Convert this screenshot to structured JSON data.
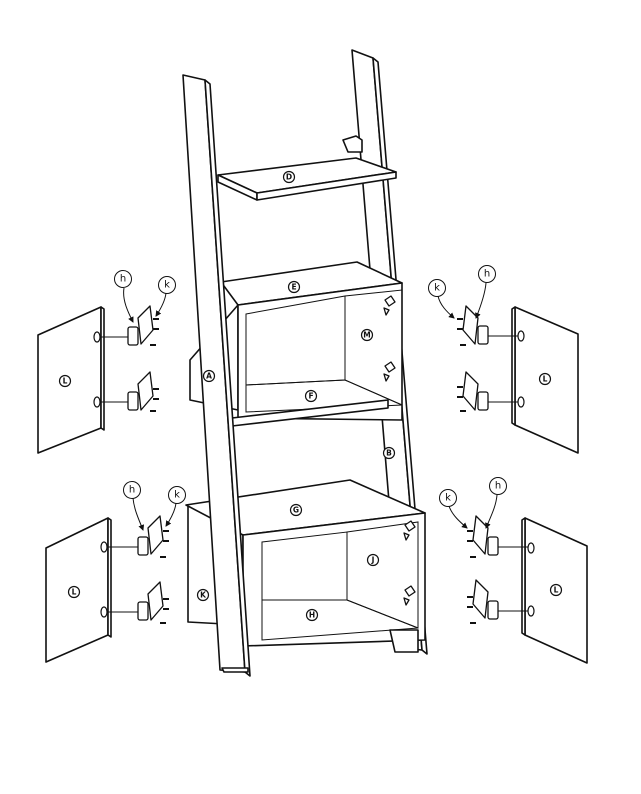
{
  "part_labels": {
    "A": "A",
    "B": "B",
    "D": "D",
    "E": "E",
    "F": "F",
    "G": "G",
    "H": "H",
    "J": "J",
    "K": "K",
    "L": "L",
    "M": "M"
  },
  "hardware_labels": {
    "h": "h",
    "k": "k"
  }
}
